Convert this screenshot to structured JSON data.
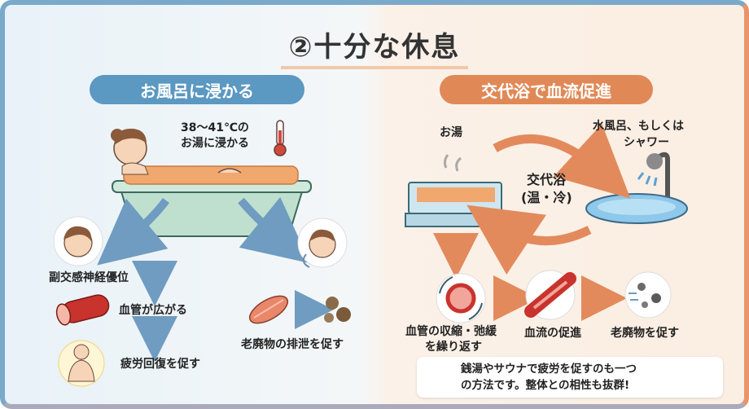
{
  "title": "②十分な休息",
  "left": {
    "header": "お風呂に浸かる",
    "temp_line1": "38〜41℃の",
    "temp_line2": "お湯に浸かる",
    "parasympathetic": "副交感神経優位",
    "vessels": "血管が広がる",
    "fatigue": "疲労回復を促す",
    "waste": "老廃物の排泄を促す"
  },
  "right": {
    "header": "交代浴で血流促進",
    "hot_water": "お湯",
    "cold_line1": "水風呂、もしくは",
    "cold_line2": "シャワー",
    "alt_line1": "交代浴",
    "alt_line2": "(温・冷)",
    "step1_line1": "血管の収縮・弛緩",
    "step1_line2": "を繰り返す",
    "step2": "血流の促進",
    "step3": "老廃物を促す",
    "note_line1": "銭湯やサウナで疲労を促すのも一つ",
    "note_line2": "の方法です。整体との相性も抜群!"
  },
  "colors": {
    "blue": "#5b98c2",
    "orange": "#e08957",
    "arrow_blue": "#6f9cc0",
    "arrow_orange": "#e38a5c"
  }
}
